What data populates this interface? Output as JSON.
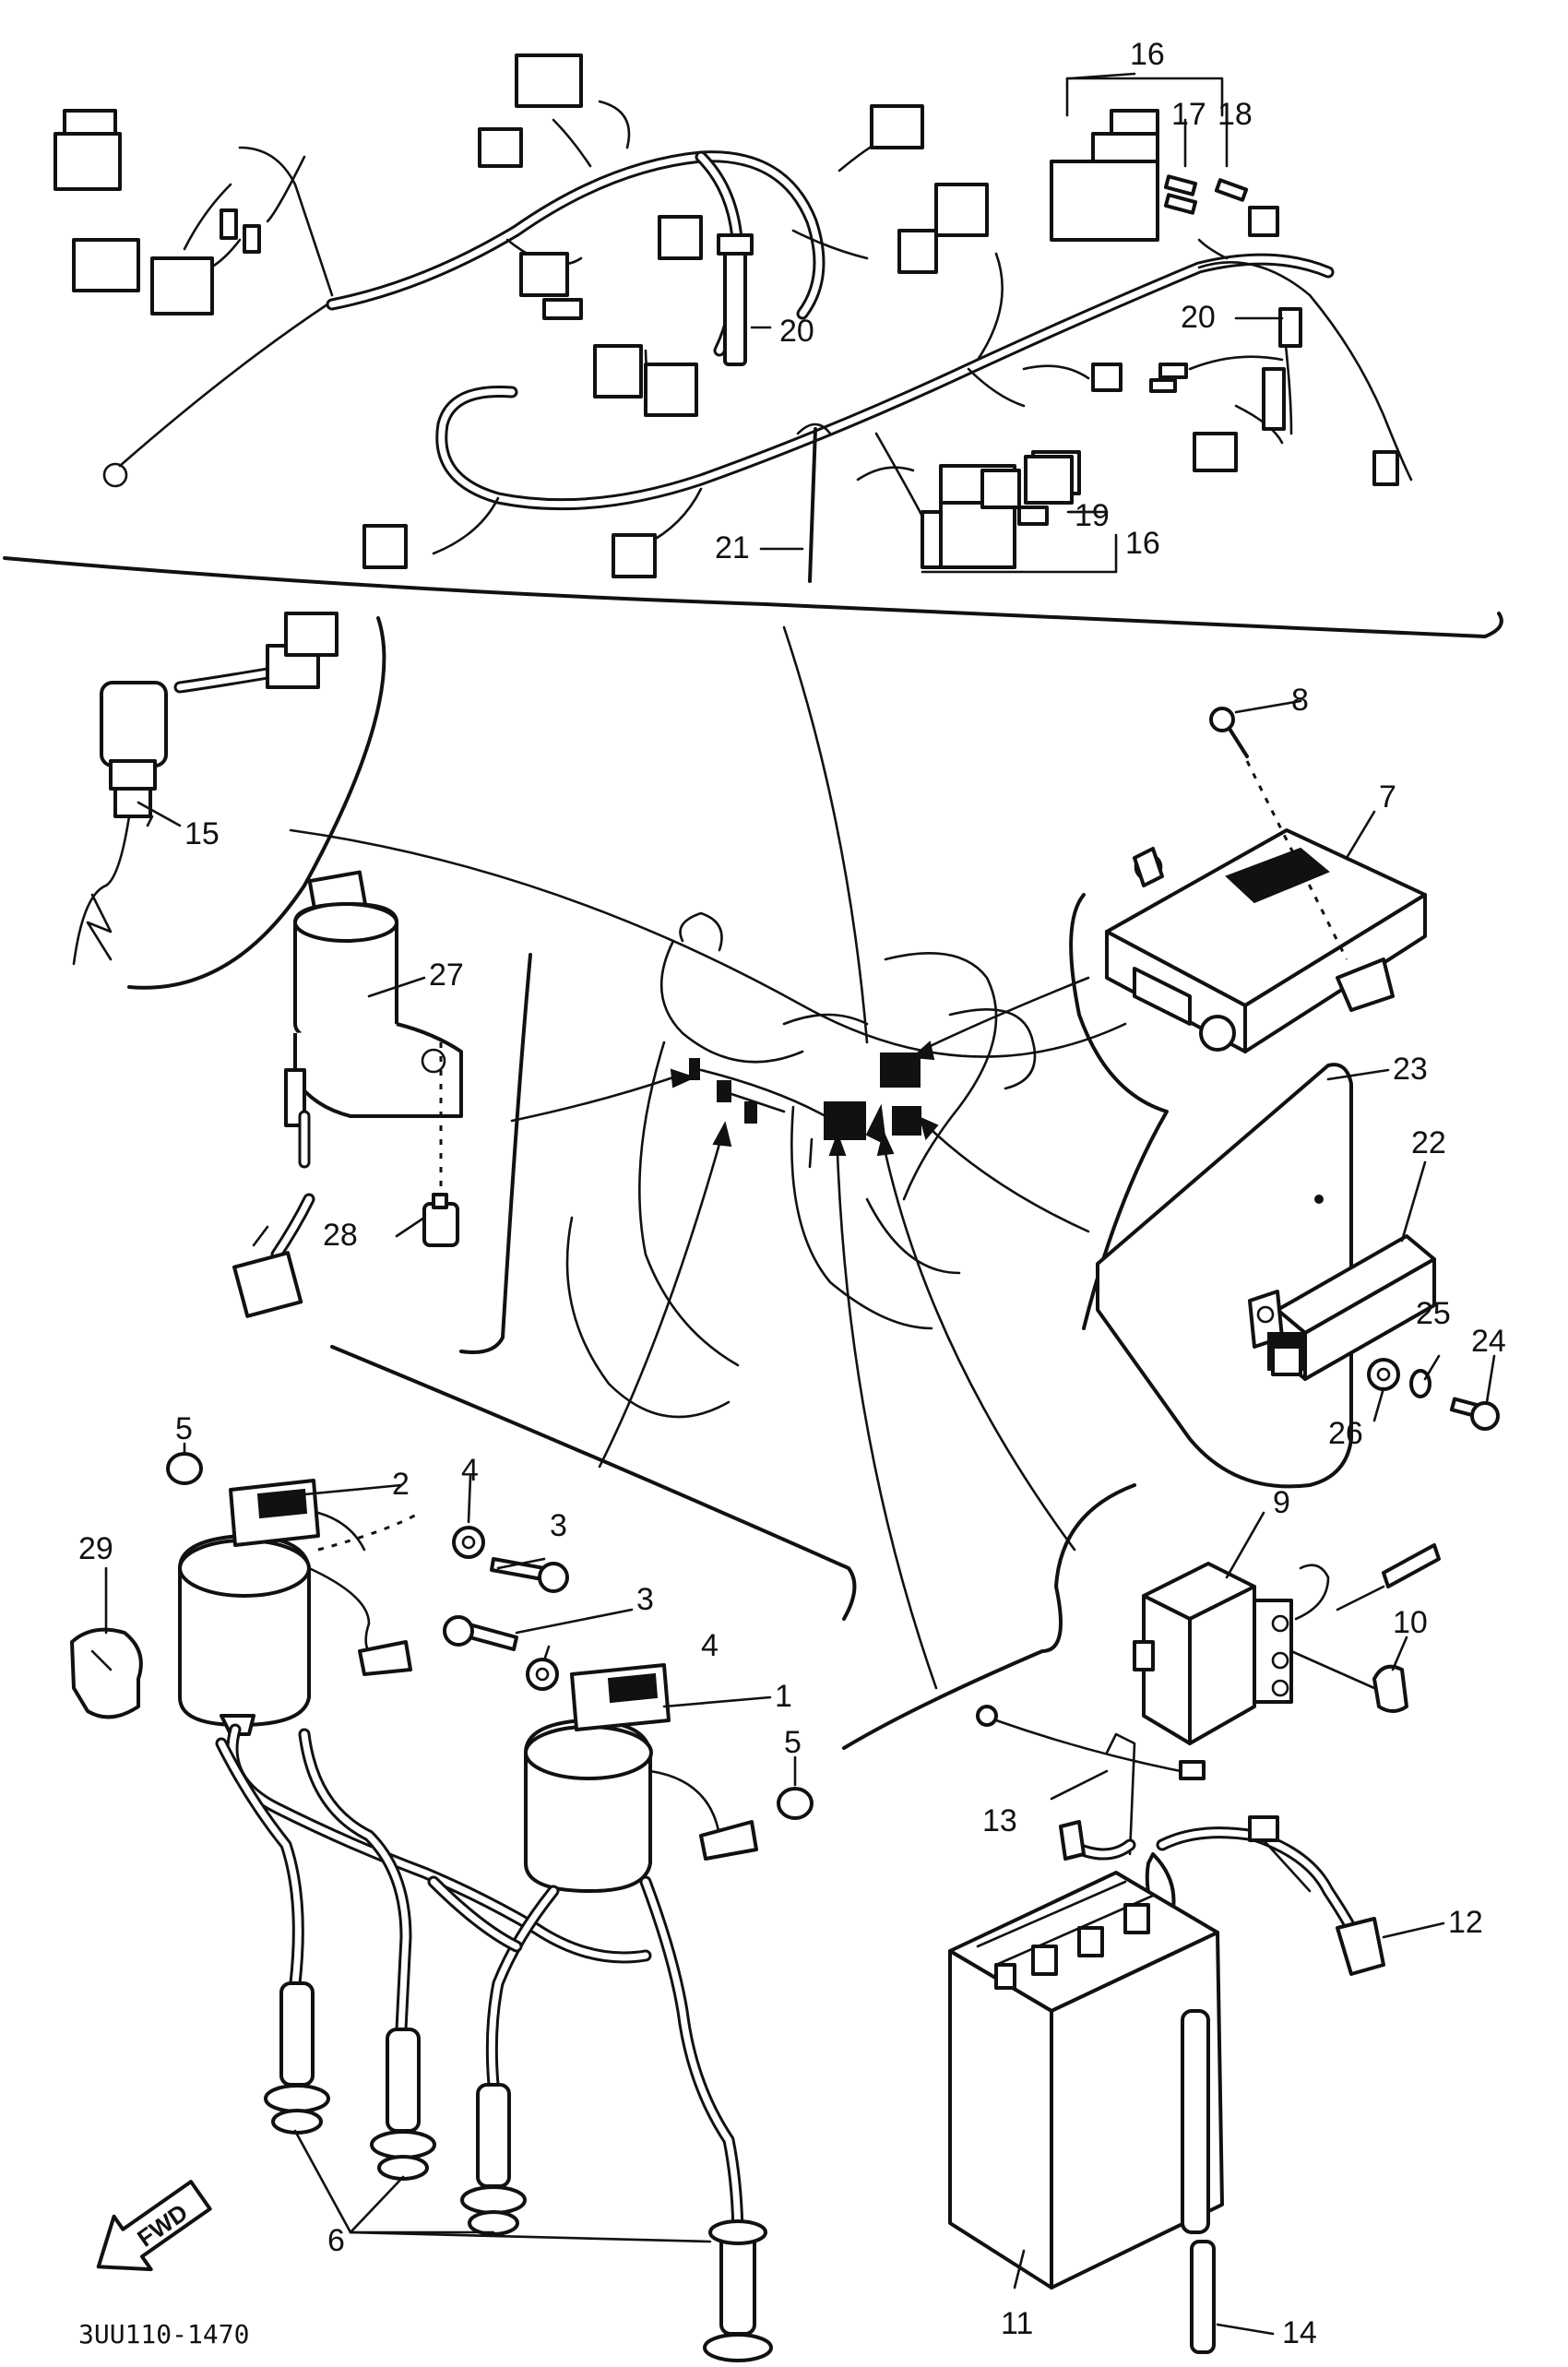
{
  "callouts": [
    "1",
    "2",
    "3",
    "3",
    "4",
    "4",
    "5",
    "5",
    "6",
    "7",
    "8",
    "9",
    "10",
    "11",
    "12",
    "13",
    "14",
    "15",
    "16",
    "16",
    "17",
    "18",
    "19",
    "20",
    "20",
    "21",
    "22",
    "23",
    "24",
    "25",
    "26",
    "27",
    "28",
    "29"
  ],
  "diagram_code": "3UU110-1470",
  "arrow_label": "FWD"
}
